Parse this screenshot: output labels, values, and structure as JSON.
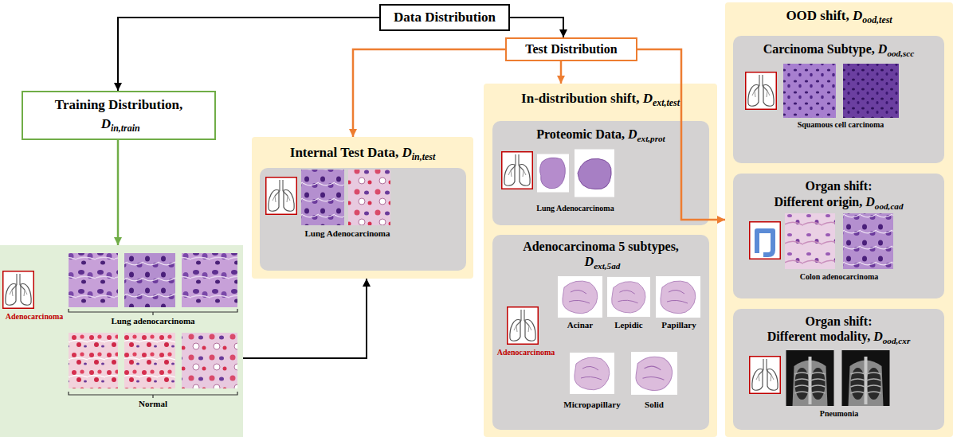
{
  "diagram": {
    "nodes": [
      {
        "text": [
          "Data Distribution"
        ]
      },
      {
        "text": [
          "Training Distribution,",
          "D",
          "in,train"
        ]
      },
      {
        "text": [
          "Test Distribution"
        ]
      },
      {
        "text": [
          "Lung adenocarcinoma",
          "Adenocarcinoma",
          "Normal"
        ]
      },
      {
        "text": [
          "Internal Test Data,",
          "D",
          "in,test"
        ]
      },
      {
        "text": [
          "Lung Adenocarcinoma"
        ],
        "in": 4
      },
      {
        "text": [
          "In-distribution shift,",
          "D",
          "ext,test"
        ]
      },
      {
        "text": [
          "Proteomic Data,",
          "D",
          "ext,prot",
          "Lung Adenocarcinoma"
        ],
        "in": 6
      },
      {
        "text": [
          "Adenocarcinoma 5 subtypes,",
          "D",
          "ext,5ad",
          "Acinar",
          "Lepidic",
          "Papillary",
          "Adenocarcinoma",
          "Micropapillary",
          "Solid"
        ],
        "in": 6
      },
      {
        "text": [
          "OOD shift,",
          "D",
          "ood,test"
        ]
      },
      {
        "text": [
          "Carcinoma Subtype,",
          "D",
          "ood,scc",
          "Squamous cell carcinoma"
        ],
        "in": 9
      },
      {
        "text": [
          "Organ shift:",
          "Different origin,",
          "D",
          "ood,cad",
          "Colon adenocarcinoma"
        ],
        "in": 9
      },
      {
        "text": [
          "Organ shift:",
          "Different modality,",
          "D",
          "ood,cxr",
          "Pneumonia"
        ],
        "in": 9
      }
    ],
    "edges": [
      {
        "from": 0,
        "to": 1,
        "arrow": "to"
      },
      {
        "from": 0,
        "to": 2,
        "arrow": "to"
      },
      {
        "from": 2,
        "to": 4,
        "arrow": "to"
      },
      {
        "from": 2,
        "to": 6,
        "arrow": "to"
      },
      {
        "from": 2,
        "to": 9,
        "arrow": "to"
      },
      {
        "from": 1,
        "to": 3,
        "arrow": "to"
      },
      {
        "from": 3,
        "to": 4,
        "arrow": "to"
      }
    ]
  }
}
